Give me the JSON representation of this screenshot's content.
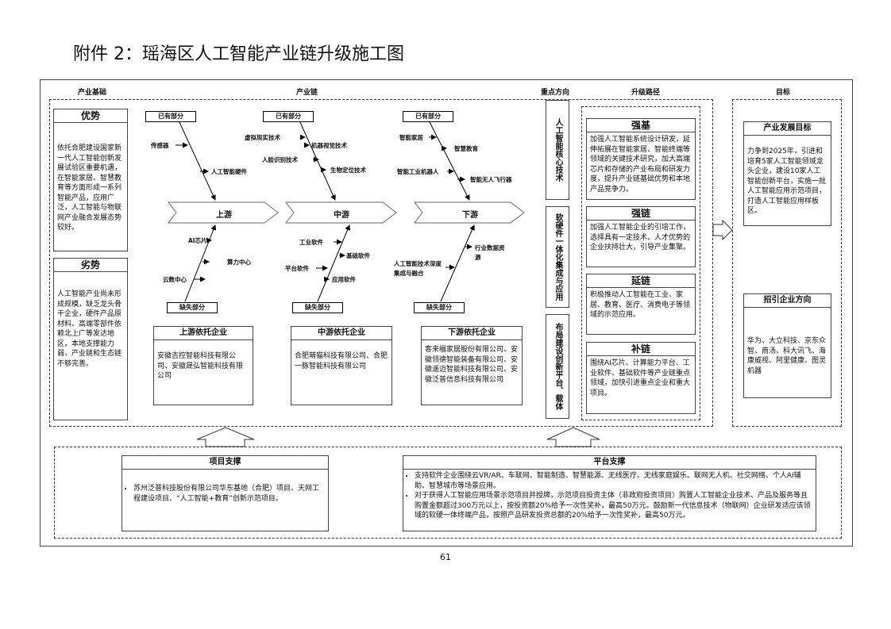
{
  "title": "附件 2：瑶海区人工智能产业链升级施工图",
  "page_number": "61",
  "headers": {
    "foundation": "产业基础",
    "chain": "产业链",
    "focus": "重点方向",
    "path": "升级路径",
    "goal": "目标"
  },
  "foundation": {
    "advantage_title": "优势",
    "advantage_text": "依托合肥建设国家新一代人工智能创新发展试验区重要机遇，在智能家居、智慧教育等方面形成一系列智能产品，应用广泛，人工智能与物联网产业融合发展态势较好。",
    "disadvantage_title": "劣势",
    "disadvantage_text": "人工智能产业尚未形成规模，缺乏龙头骨干企业，硬件产品原材料、高端零部件依赖北上广等发达地区，本地支撑能力弱，产业链和生态链不够完善。"
  },
  "chain": {
    "existing_tag": "已有部分",
    "missing_tag": "缺失部分",
    "stages": [
      {
        "name": "上游",
        "existing": [
          "传感器",
          "人工智能硬件"
        ],
        "missing": [
          "AI芯片",
          "算力中心",
          "云数中心"
        ],
        "support_title": "上游依托企业",
        "support_text": "安徽吉控智能科技有限公司、安徽晟弘智能科技有限公司"
      },
      {
        "name": "中游",
        "existing": [
          "虚拟现实技术",
          "机器视觉技术",
          "人脸识别技术",
          "生物定位技术"
        ],
        "missing": [
          "工业软件",
          "基础软件",
          "平台软件",
          "应用软件"
        ],
        "support_title": "中游依托企业",
        "support_text": "合肥萌猫科技有限公司、合肥一豚智能科技有限公司"
      },
      {
        "name": "下游",
        "existing": [
          "智能家居",
          "智慧教育",
          "智能工业机器人",
          "智能无人飞行器"
        ],
        "missing": [
          "行业数据资源",
          "人工智能技术深度集成与融合"
        ],
        "support_title": "下游依托企业",
        "support_text": "客来福家居股份有限公司、安徽领德智能装备有限公司、安徽遥迈智能科技有限公司、安徽泛普信息科技有限公司"
      }
    ]
  },
  "focus": [
    "人工智能核心技术",
    "软硬件一体化集成与应用",
    "布局建设创新平台、载体"
  ],
  "paths": [
    {
      "title": "强基",
      "text": "加强人工智能系统设计研发，延伸拓展在智能家居、智能终端等领域的关键技术研究，加大高端芯片和存储的产业布局和研发力度，提升产业链基础优势和本地产品竞争力。"
    },
    {
      "title": "强链",
      "text": "加强人工智能企业的引培工作，选择具有一定技术、人才优势的企业扶持壮大，引导产业集聚。"
    },
    {
      "title": "延链",
      "text": "积极推动人工智能在工业、家居、教育、医疗、消费电子等领域的示范应用。"
    },
    {
      "title": "补链",
      "text": "围绕AI芯片、计算能力平台、工业软件、基础软件等产业链重点领域，加快引进重点企业和重大项目。"
    }
  ],
  "goals": {
    "dev_title": "产业发展目标",
    "dev_text": "力争到2025年，引进和培育5家人工智能领域龙头企业，建设10家人工智能创新平台，实施一批人工智能应用示范项目，打造人工智能应用样板区。",
    "attract_title": "招引企业方向",
    "attract_text": "华为、大立科技、京东众智、商汤、科大讯飞、海康威视、阿里健康、图灵机器"
  },
  "project_support": {
    "title": "项目支撑",
    "items": [
      "苏州泛普科技股份有限公司华东基地（合肥）项目、天网工程建设项目、“人工智能+教育”创新示范项目。"
    ]
  },
  "platform_support": {
    "title": "平台支撑",
    "items": [
      "支持软件企业围绕云VR/AR、车联网、智能制造、智慧能源、无线医疗、无线家庭娱乐、联网无人机、社交网络、个人AI辅助、智慧城市等场景应用。",
      "对于获得人工智能应用场景示范项目并授牌，示范项目投资主体（非政府投资项目）购置人工智能企业技术、产品及服务等且购置金额超过300万元以上，按投资额20%给予一次性奖补，最高50万元。鼓励新一代信息技术（物联网）企业研发适应该领域的软硬一体终端产品，按照产品研发投资总额的20%给予一次性奖补，最高50万元。"
    ]
  }
}
